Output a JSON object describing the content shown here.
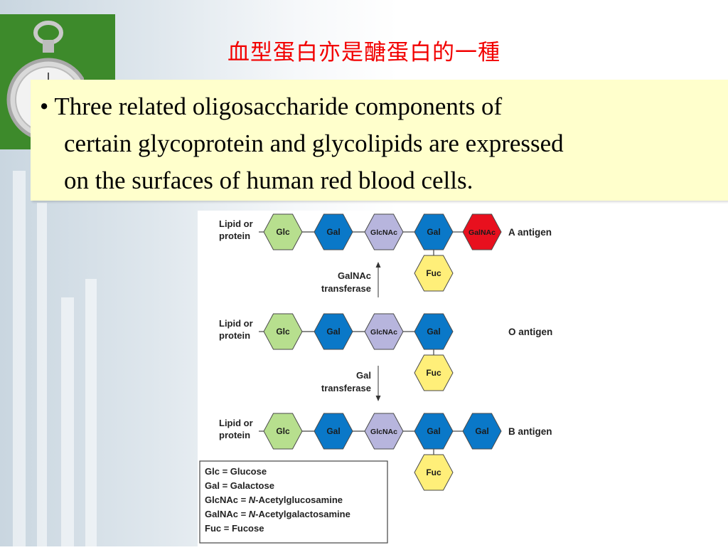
{
  "slide": {
    "title": "血型蛋白亦是醣蛋白的一種",
    "bullet_marker": "•",
    "bullet_lines": [
      "Three related oligosaccharide components of",
      "certain glycoprotein and glycolipids are expressed",
      "on the surfaces of human red blood cells."
    ]
  },
  "diagram": {
    "anchor_label_line1": "Lipid or",
    "anchor_label_line2": "protein",
    "rows": [
      {
        "name": "A antigen",
        "chain": [
          "Glc",
          "Gal",
          "GlcNAc",
          "Gal",
          "GalNAc"
        ],
        "branch": "Fuc"
      },
      {
        "name": "O antigen",
        "chain": [
          "Glc",
          "Gal",
          "GlcNAc",
          "Gal"
        ],
        "branch": "Fuc"
      },
      {
        "name": "B antigen",
        "chain": [
          "Glc",
          "Gal",
          "GlcNAc",
          "Gal",
          "Gal"
        ],
        "branch": "Fuc"
      }
    ],
    "enzymes": [
      {
        "line1": "GalNAc",
        "line2": "transferase",
        "direction": "up"
      },
      {
        "line1": "Gal",
        "line2": "transferase",
        "direction": "down"
      }
    ],
    "legend": [
      {
        "abbr": "Glc",
        "text": "Glucose"
      },
      {
        "abbr": "Gal",
        "text": "Galactose"
      },
      {
        "abbr": "GlcNAc",
        "prefix": "N",
        "text": "-Acetylglucosamine"
      },
      {
        "abbr": "GalNAc",
        "prefix": "N",
        "text": "-Acetylgalactosamine"
      },
      {
        "abbr": "Fuc",
        "text": "Fucose"
      }
    ],
    "colors": {
      "Glc": "#b7df8e",
      "Gal": "#0a78c8",
      "GlcNAc": "#b7b5dd",
      "GalNAc": "#e8101e",
      "Fuc": "#ffef79"
    }
  }
}
